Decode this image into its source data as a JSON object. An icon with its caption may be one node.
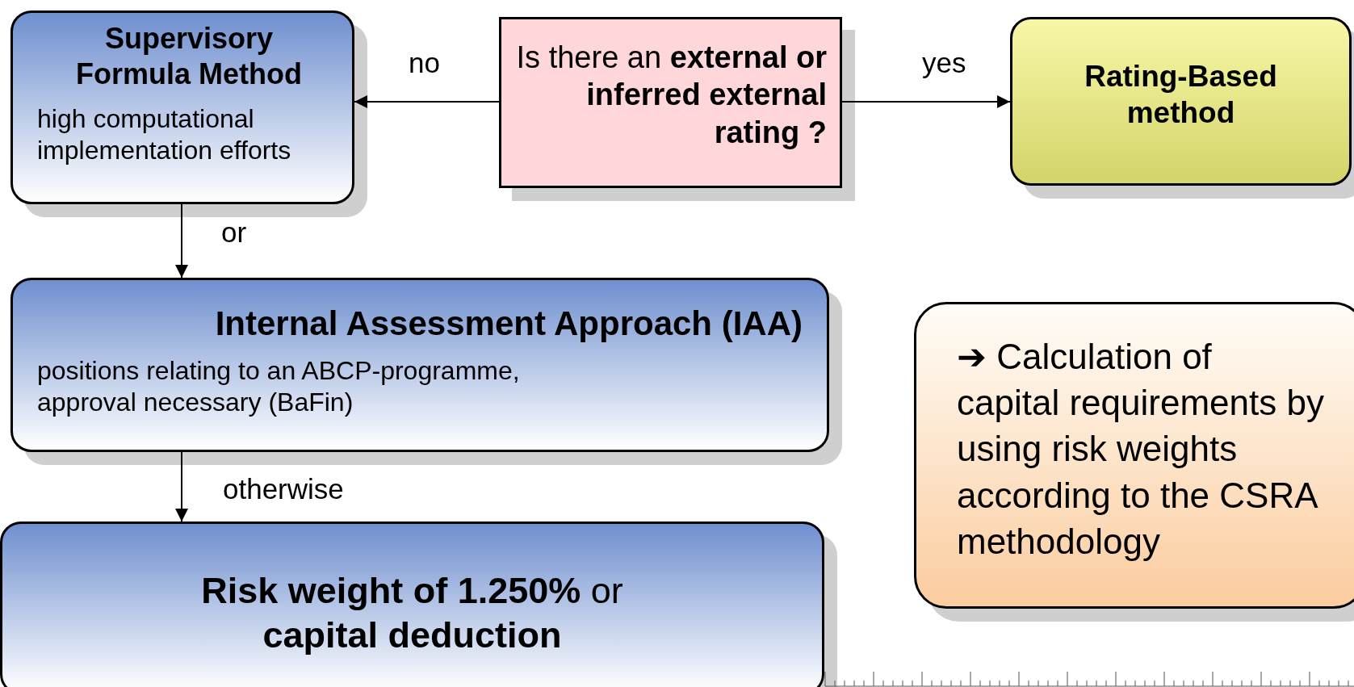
{
  "diagram": {
    "nodes": [
      {
        "text": [
          "Supervisory Formula Method",
          "high computational implementation efforts"
        ]
      },
      {
        "text": [
          "Is there an **external or inferred external rating ?**"
        ]
      },
      {
        "text": [
          "Rating-Based method"
        ]
      },
      {
        "text": [
          "Internal Assessment Approach (IAA)",
          "positions relating to an ABCP-programme, approval necessary (BaFin)"
        ]
      },
      {
        "text": [
          "**Risk weight of 1.250%** or **capital deduction**"
        ]
      },
      {
        "text": [
          "➔ Calculation of capital requirements by using risk weights according to the CSRA methodology"
        ]
      }
    ],
    "edges": [
      {
        "from": 1,
        "to": 0,
        "arrow": "to",
        "label": "no"
      },
      {
        "from": 1,
        "to": 2,
        "arrow": "to",
        "label": "yes"
      },
      {
        "from": 0,
        "to": 3,
        "arrow": "to",
        "label": "or"
      },
      {
        "from": 3,
        "to": 4,
        "arrow": "to",
        "label": "otherwise"
      }
    ]
  }
}
